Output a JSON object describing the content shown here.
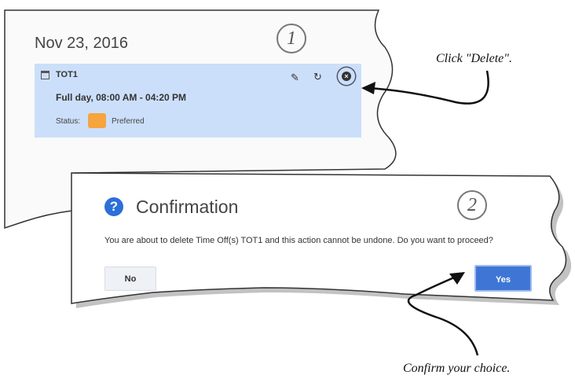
{
  "panel1": {
    "date": "Nov 23, 2016",
    "event": {
      "title": "TOT1",
      "hours": "Full day, 08:00 AM - 04:20 PM",
      "status_label": "Status:",
      "status_value": "Preferred",
      "status_color": "#f6a43e"
    },
    "icons": [
      "calendar-icon",
      "edit-icon",
      "restore-icon",
      "delete-icon"
    ]
  },
  "dialog": {
    "title": "Confirmation",
    "message": "You are about to delete Time Off(s) TOT1 and this action cannot be undone. Do you want to proceed?",
    "no_label": "No",
    "yes_label": "Yes",
    "accent": "#3f76d6"
  },
  "callouts": {
    "step1": "1",
    "step2": "2",
    "note1": "Click \"Delete\".",
    "note2": "Confirm your choice."
  }
}
